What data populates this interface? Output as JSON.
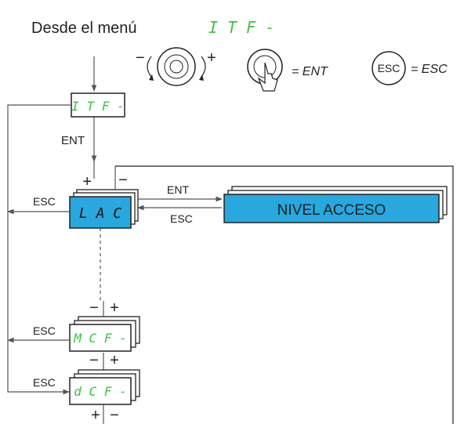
{
  "header": {
    "prefix": "Desde el menú",
    "menu_code": "I T F -"
  },
  "legend": {
    "knob_minus": "−",
    "knob_plus": "+",
    "ent_eq": "= ENT",
    "esc_button": "ESC",
    "esc_eq": "= ESC"
  },
  "blocks": {
    "itf": {
      "code": "I T F -",
      "label": "ENT"
    },
    "lac": {
      "code": "L A C",
      "plus": "+",
      "minus": "−",
      "esc": "ESC"
    },
    "mcf": {
      "code": "M C F -",
      "minus": "−",
      "plus": "+",
      "esc": "ESC"
    },
    "dcf": {
      "code": "d C F -",
      "minus": "−",
      "plus": "+",
      "plus_bottom": "+",
      "minus_bottom": "−",
      "esc": "ESC"
    }
  },
  "right_path": {
    "ent": "ENT",
    "esc": "ESC",
    "box_label": "NIVEL ACCESO"
  },
  "colors": {
    "lcd_green": "#3cc43c",
    "active_blue": "#29a7df",
    "stroke": "#222222"
  }
}
